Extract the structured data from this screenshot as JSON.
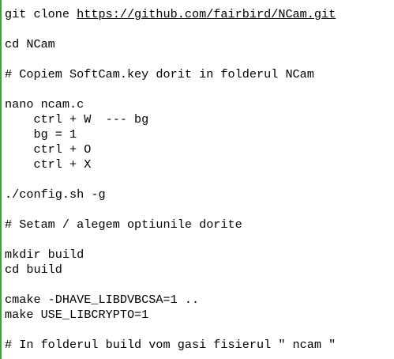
{
  "editor": {
    "lines": [
      {
        "prefix": "git clone ",
        "link": "https://github.com/fairbird/NCam.git"
      },
      {
        "text": "cd NCam"
      },
      {
        "text": "# Copiem SoftCam.key dorit in folderul NCam"
      },
      {
        "text": "nano ncam.c"
      },
      {
        "text": "    ctrl + W  --- bg"
      },
      {
        "text": "    bg = 1"
      },
      {
        "text": "    ctrl + O"
      },
      {
        "text": "    ctrl + X"
      },
      {
        "text": "./config.sh -g"
      },
      {
        "text": "# Setam / alegem optiunile dorite"
      },
      {
        "text": "mkdir build"
      },
      {
        "text": "cd build"
      },
      {
        "text": "cmake -DHAVE_LIBDVBCSA=1 .."
      },
      {
        "text": "make USE_LIBCRYPTO=1"
      },
      {
        "text": "# In folderul build vom gasi fisierul \" ncam \""
      }
    ]
  },
  "colors": {
    "left_border": "#3aa635",
    "text": "#000000",
    "background": "#ffffff"
  }
}
